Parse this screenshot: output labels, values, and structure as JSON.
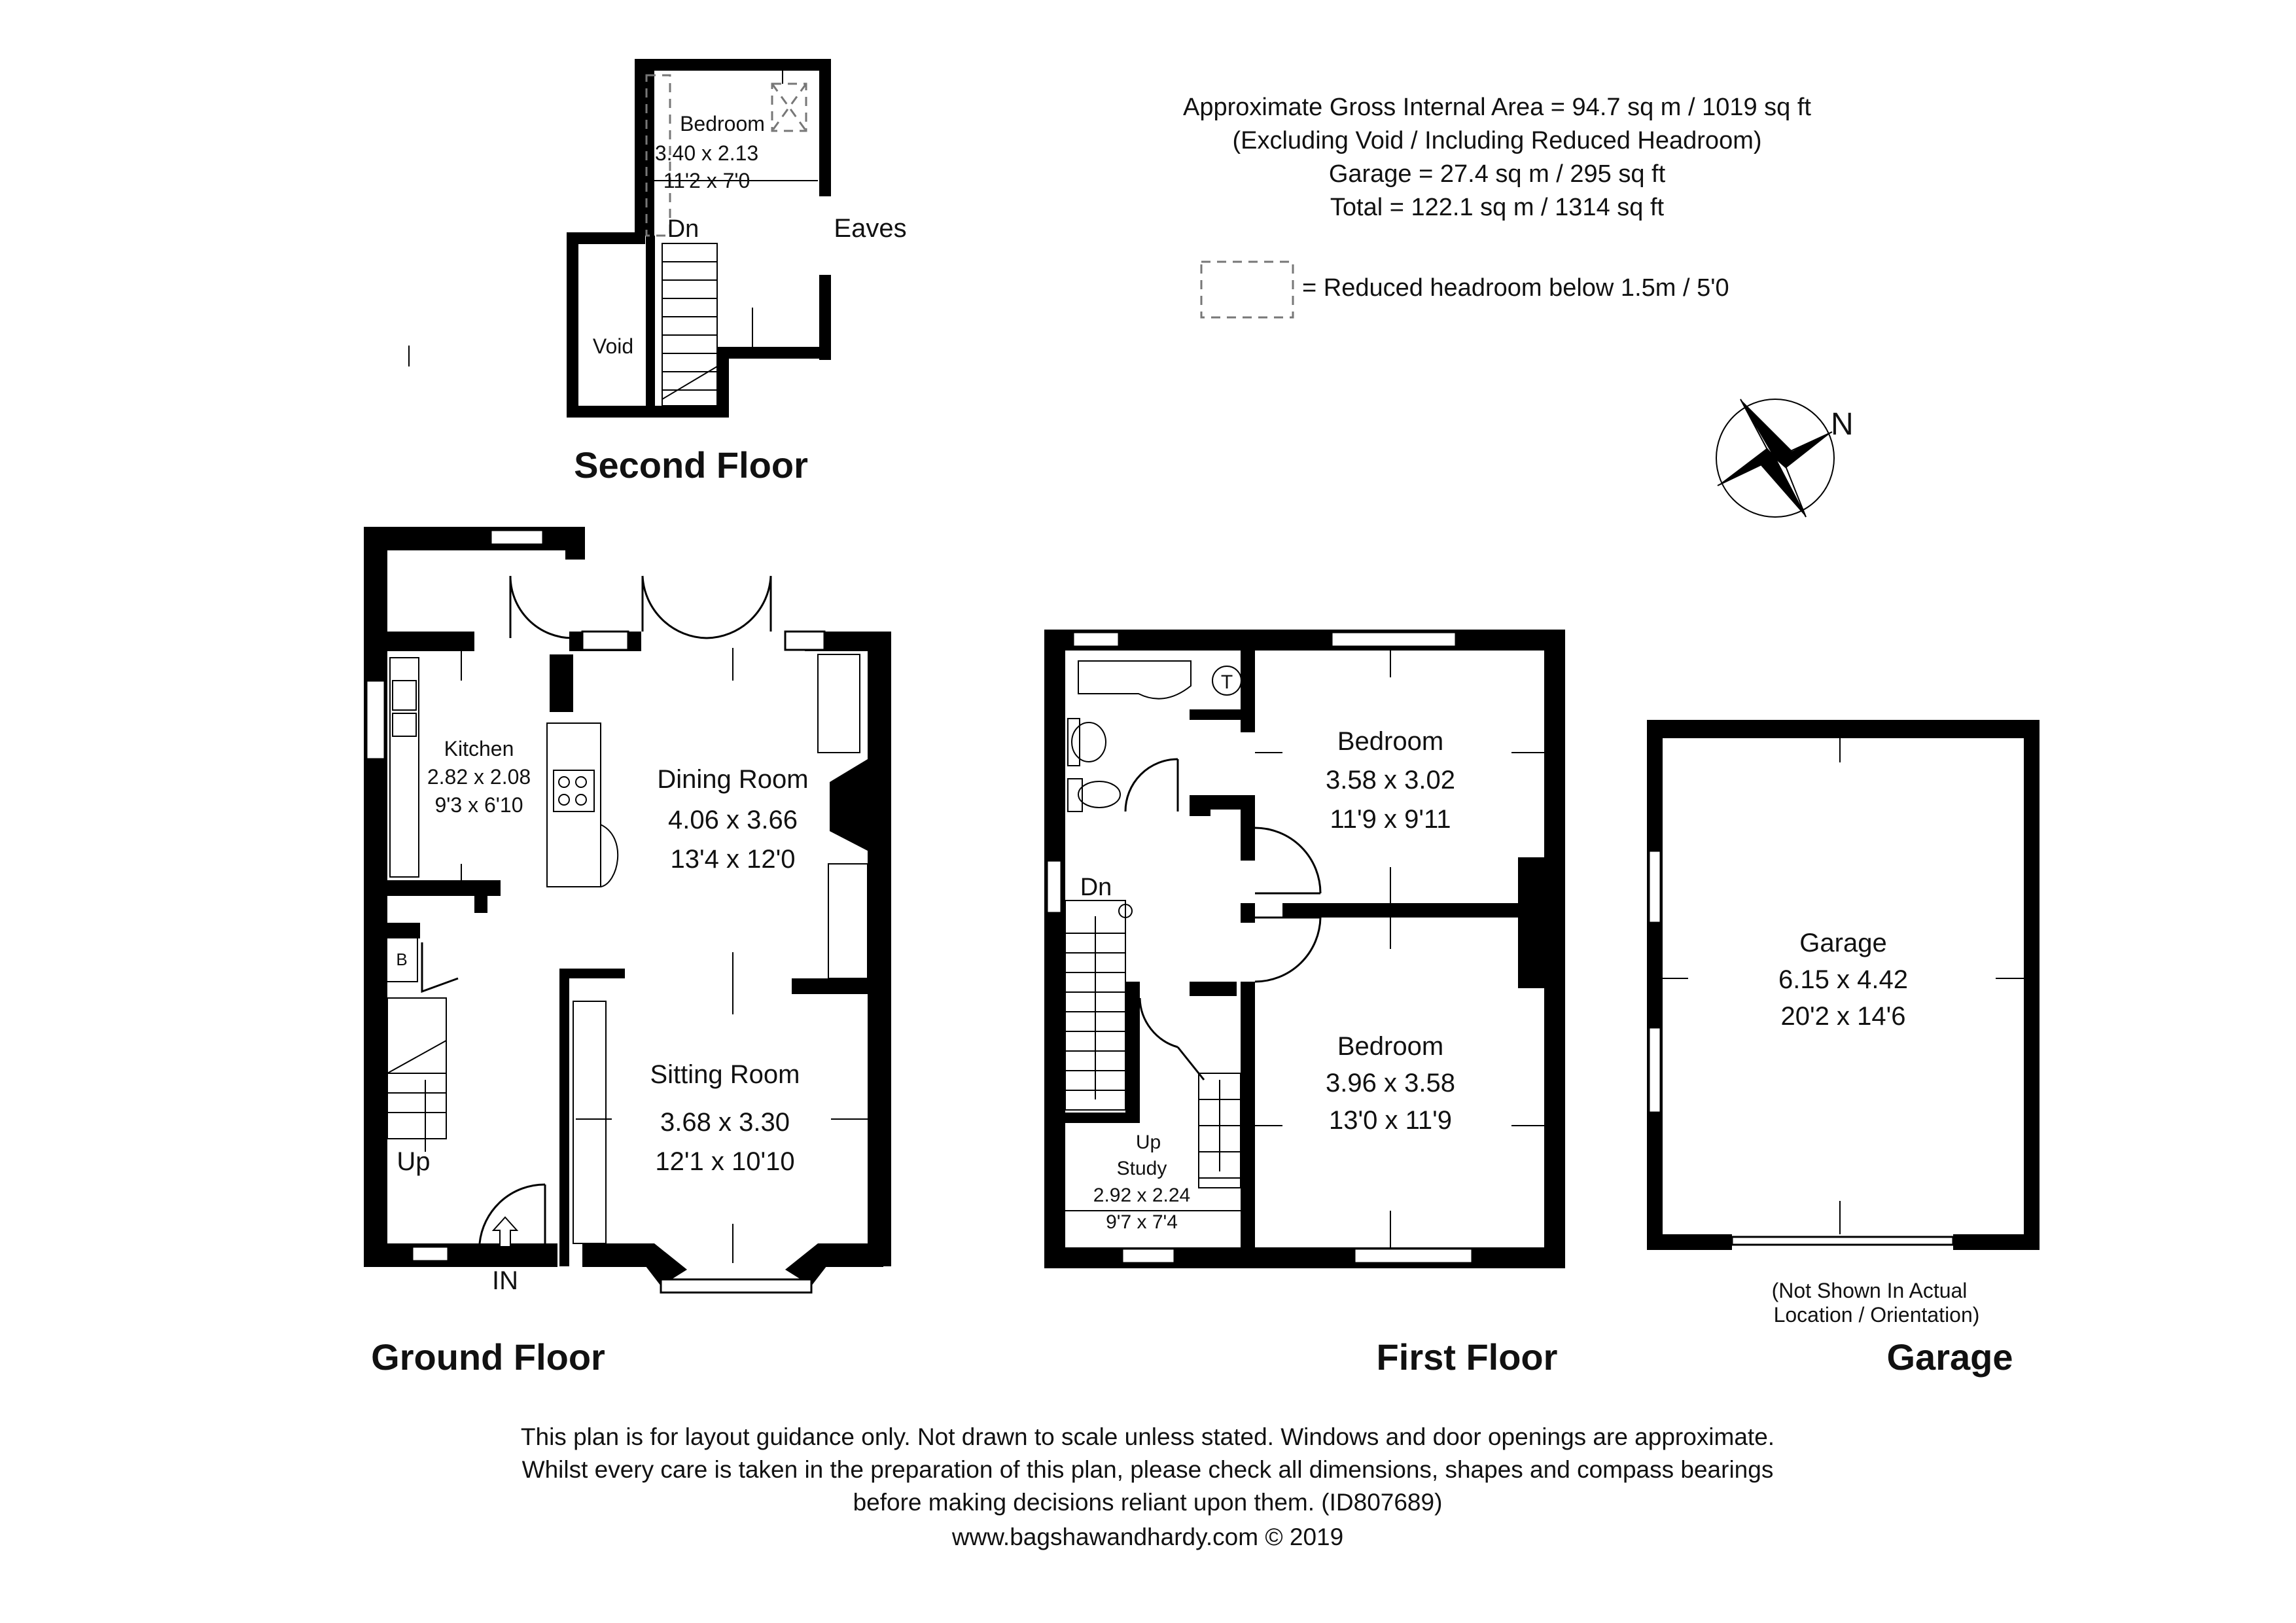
{
  "summary": {
    "line1": "Approximate Gross Internal Area = 94.7 sq m / 1019 sq ft",
    "line2": "(Excluding Void / Including Reduced Headroom)",
    "line3": "Garage = 27.4 sq m / 295 sq ft",
    "line4": "Total = 122.1 sq m / 1314 sq ft"
  },
  "legend": {
    "reduced_headroom": "= Reduced headroom below 1.5m / 5'0"
  },
  "compass": {
    "label": "N"
  },
  "floors": {
    "second": "Second Floor",
    "ground": "Ground Floor",
    "first": "First Floor",
    "garage": "Garage"
  },
  "second_floor": {
    "bedroom": {
      "name": "Bedroom",
      "metric": "3.40 x 2.13",
      "imperial": "11'2 x 7'0"
    },
    "dn": "Dn",
    "eaves": "Eaves",
    "void": "Void"
  },
  "ground_floor": {
    "kitchen": {
      "name": "Kitchen",
      "metric": "2.82 x 2.08",
      "imperial": "9'3 x 6'10"
    },
    "dining": {
      "name": "Dining Room",
      "metric": "4.06 x 3.66",
      "imperial": "13'4 x 12'0"
    },
    "sitting": {
      "name": "Sitting Room",
      "metric": "3.68 x 3.30",
      "imperial": "12'1 x 10'10"
    },
    "boiler": "B",
    "up": "Up",
    "entry": "IN"
  },
  "first_floor": {
    "bedroom1": {
      "name": "Bedroom",
      "metric": "3.58 x 3.02",
      "imperial": "11'9 x 9'11"
    },
    "bedroom2": {
      "name": "Bedroom",
      "metric": "3.96 x 3.58",
      "imperial": "13'0 x 11'9"
    },
    "study": {
      "up": "Up",
      "name": "Study",
      "metric": "2.92 x 2.24",
      "imperial": "9'7 x 7'4"
    },
    "dn": "Dn",
    "tank": "T"
  },
  "garage": {
    "name": "Garage",
    "metric": "6.15 x 4.42",
    "imperial": "20'2 x 14'6",
    "note1": "(Not Shown In Actual",
    "note2": "Location / Orientation)"
  },
  "disclaimer": {
    "line1": "This plan is for layout guidance only. Not drawn to scale unless stated. Windows and door openings are approximate.",
    "line2": "Whilst every care is taken in the preparation of this plan, please check all dimensions, shapes and compass bearings",
    "line3": "before making decisions reliant upon them. (ID807689)",
    "website": "www.bagshawandhardy.com © 2019"
  }
}
